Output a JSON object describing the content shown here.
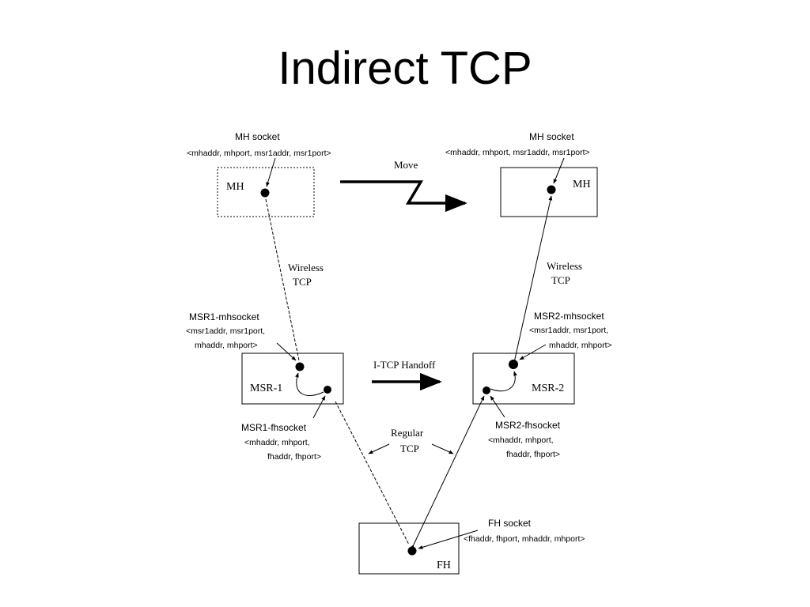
{
  "slide": {
    "title": "Indirect TCP"
  },
  "nodes": {
    "mh_old": {
      "label": "MH"
    },
    "mh_new": {
      "label": "MH"
    },
    "msr1": {
      "label": "MSR-1"
    },
    "msr2": {
      "label": "MSR-2"
    },
    "fh": {
      "label": "FH"
    }
  },
  "labels": {
    "mh_socket_left": {
      "title": "MH socket",
      "tuple": "<mhaddr, mhport, msr1addr, msr1port>"
    },
    "mh_socket_right": {
      "title": "MH socket",
      "tuple": "<mhaddr, mhport, msr1addr, msr1port>"
    },
    "move": "Move",
    "wireless_left": [
      "Wireless",
      "TCP"
    ],
    "wireless_right": [
      "Wireless",
      "TCP"
    ],
    "msr1_mhsocket": {
      "title": "MSR1-mhsocket",
      "tuple": [
        "<msr1addr, msr1port,",
        "mhaddr, mhport>"
      ]
    },
    "msr2_mhsocket": {
      "title": "MSR2-mhsocket",
      "tuple": [
        "<msr1addr, msr1port,",
        "mhaddr, mhport>"
      ]
    },
    "itcp_handoff": "I-TCP Handoff",
    "msr1_fhsocket": {
      "title": "MSR1-fhsocket",
      "tuple": [
        "<mhaddr, mhport,",
        "fhaddr, fhport>"
      ]
    },
    "msr2_fhsocket": {
      "title": "MSR2-fhsocket",
      "tuple": [
        "<mhaddr, mhport,",
        "fhaddr, fhport>"
      ]
    },
    "regular_tcp": [
      "Regular",
      "TCP"
    ],
    "fh_socket": {
      "title": "FH socket",
      "tuple": "<fhaddr, fhport, mhaddr, mhport>"
    }
  }
}
